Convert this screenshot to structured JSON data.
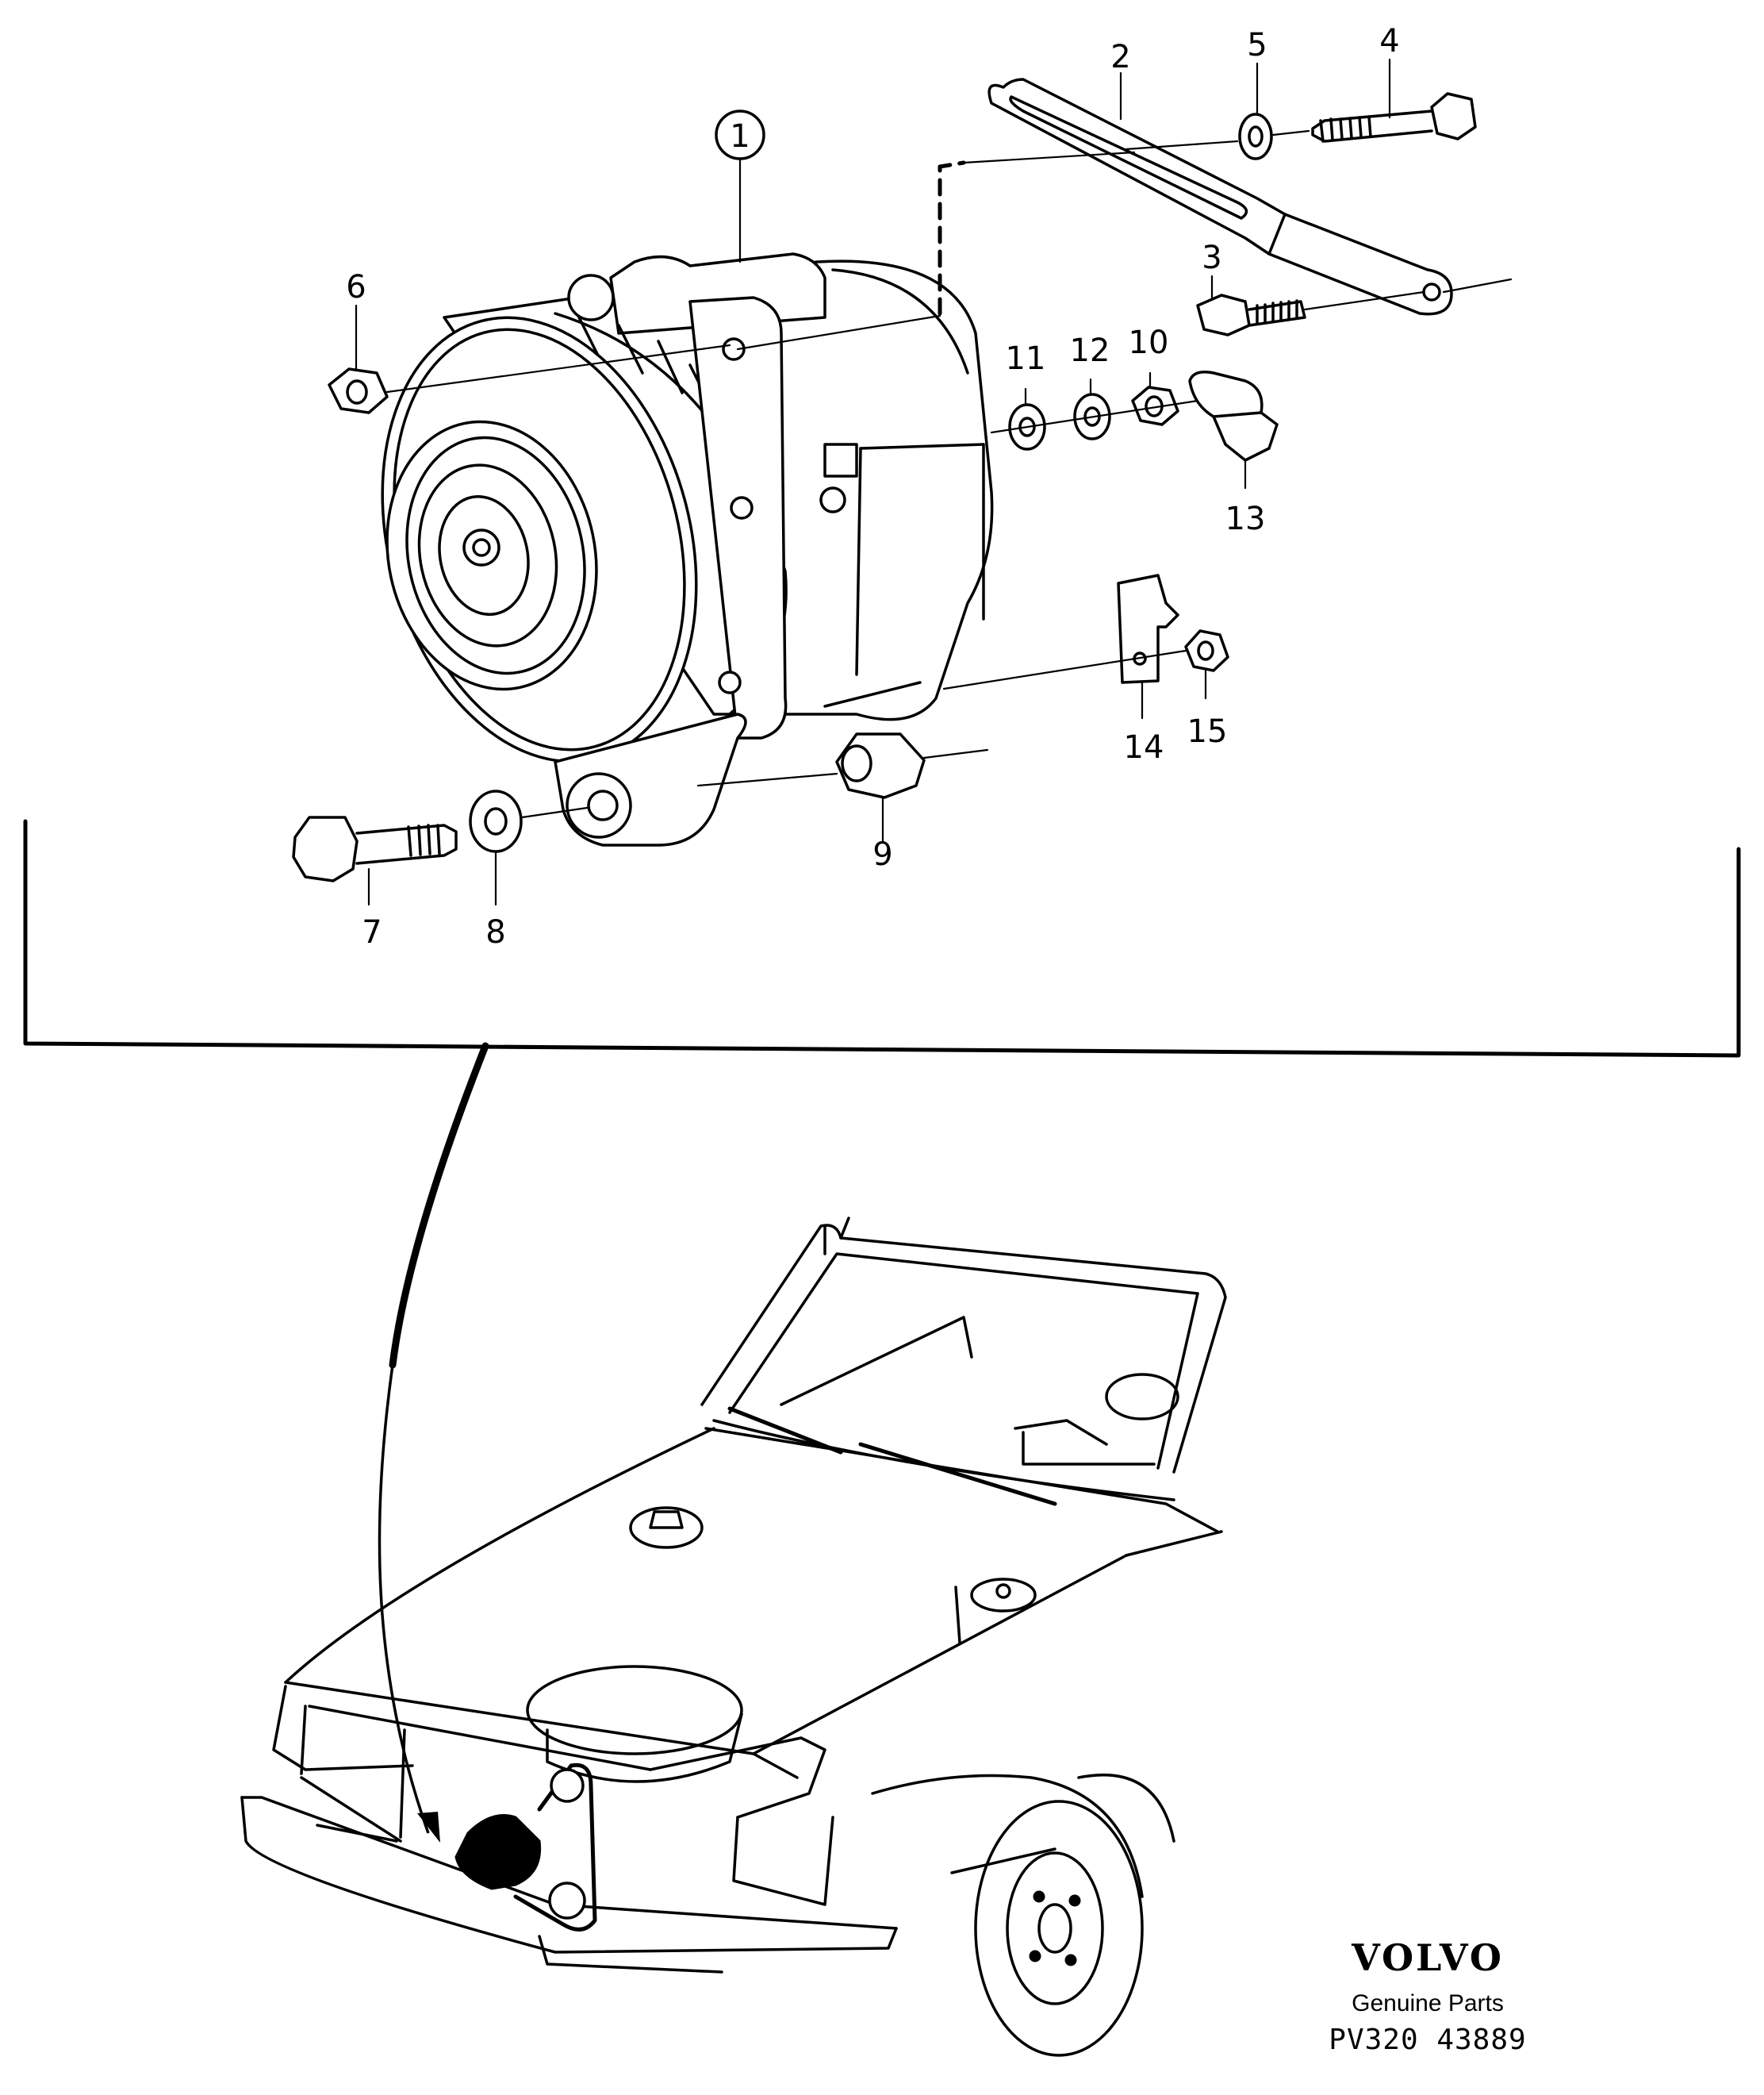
{
  "callouts": [
    {
      "id": "1",
      "label": "1",
      "circled": true
    },
    {
      "id": "2",
      "label": "2"
    },
    {
      "id": "3",
      "label": "3"
    },
    {
      "id": "4",
      "label": "4"
    },
    {
      "id": "5",
      "label": "5"
    },
    {
      "id": "6",
      "label": "6"
    },
    {
      "id": "7",
      "label": "7"
    },
    {
      "id": "8",
      "label": "8"
    },
    {
      "id": "9",
      "label": "9"
    },
    {
      "id": "10",
      "label": "10"
    },
    {
      "id": "11",
      "label": "11"
    },
    {
      "id": "12",
      "label": "12"
    },
    {
      "id": "13",
      "label": "13"
    },
    {
      "id": "14",
      "label": "14"
    },
    {
      "id": "15",
      "label": "15"
    }
  ],
  "brand": {
    "logo": "VOLVO",
    "tagline": "Genuine Parts",
    "reference": "PV320 43889"
  },
  "colors": {
    "line": "#000000",
    "background": "#ffffff"
  }
}
